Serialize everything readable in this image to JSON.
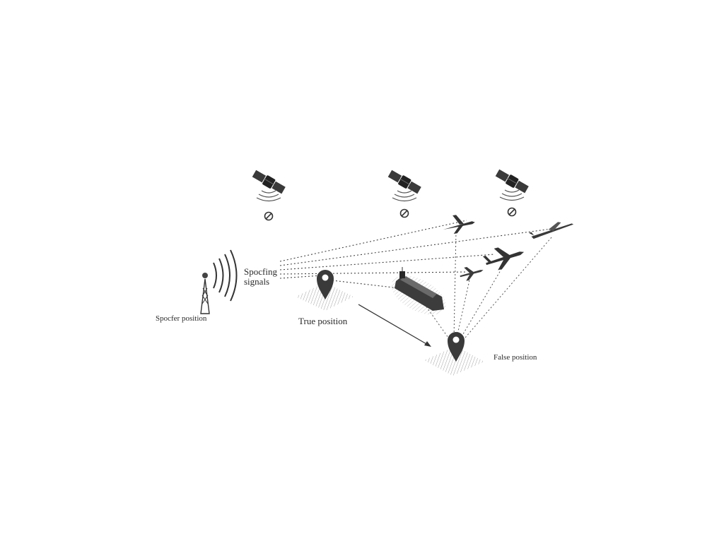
{
  "labels": {
    "spoofer_position": "Spocfer position",
    "spoofing_signals_line1": "Spocfing",
    "spoofing_signals_line2": "signals",
    "true_position": "True position",
    "false_position": "False position"
  },
  "icons": {
    "satellite": "satellite-icon",
    "blocked": "blocked-signal-icon",
    "tower": "radio-tower-icon",
    "pin": "location-pin-icon",
    "ship": "cargo-ship-icon",
    "aircraft": "airplane-icon"
  },
  "colors": {
    "ink": "#2b2b2b",
    "line": "#555555",
    "shade": "#9a9a9a"
  }
}
